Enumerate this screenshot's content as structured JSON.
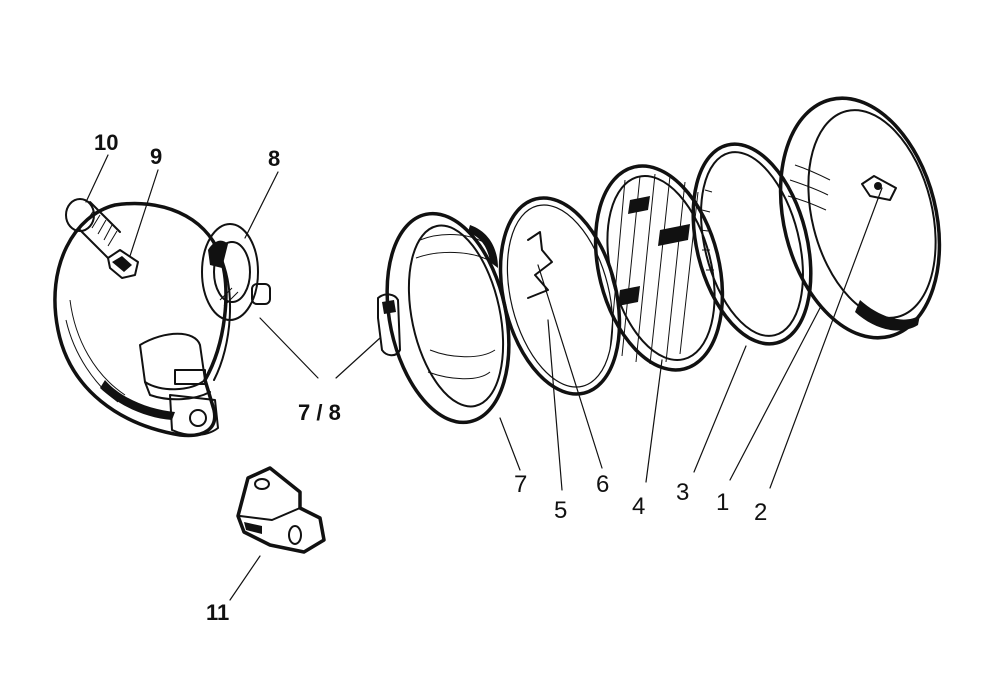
{
  "labels": {
    "p10": "10",
    "p9": "9",
    "p8": "8",
    "p78": "7 / 8",
    "p7": "7",
    "p5": "5",
    "p6": "6",
    "p4": "4",
    "p3": "3",
    "p1": "1",
    "p2": "2",
    "p11": "11"
  }
}
